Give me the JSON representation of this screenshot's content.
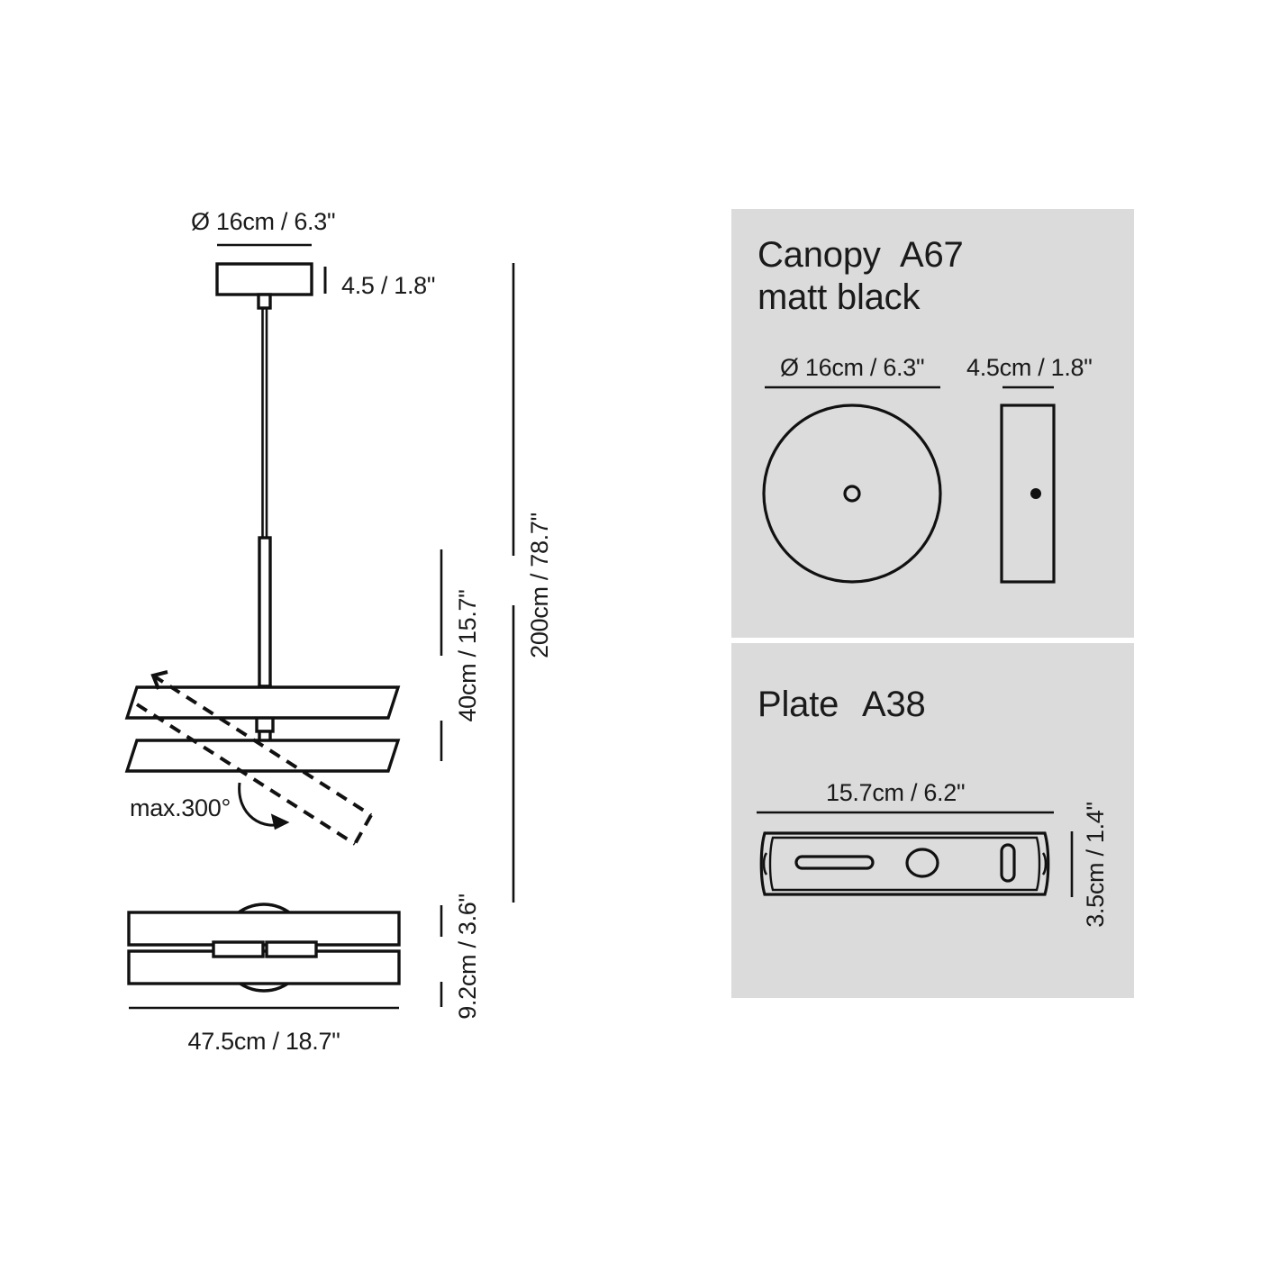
{
  "document": {
    "title": "Pendant lamp technical dimension drawing",
    "background_color": "#ffffff",
    "panel_color": "#dbdbdb",
    "line_color": "#111111"
  },
  "main_drawing": {
    "canopy_diameter_label": "Ø 16cm / 6.3\"",
    "canopy_height_label": "4.5 / 1.8\"",
    "total_drop_label": "200cm / 78.7\"",
    "fixture_height_label": "40cm / 15.7\"",
    "plan_depth_label": "9.2cm / 3.6\"",
    "plan_width_label": "47.5cm / 18.7\"",
    "rotation_label": "max.300°"
  },
  "panels": [
    {
      "id": "canopy",
      "title_part_1": "Canopy",
      "title_part_2": "A67",
      "subtitle": "matt black",
      "front_dim_label": "Ø 16cm / 6.3\"",
      "side_dim_label": "4.5cm / 1.8\""
    },
    {
      "id": "plate",
      "title_part_1": "Plate",
      "title_part_2": "A38",
      "width_label": "15.7cm / 6.2\"",
      "height_label": "3.5cm / 1.4\""
    }
  ]
}
